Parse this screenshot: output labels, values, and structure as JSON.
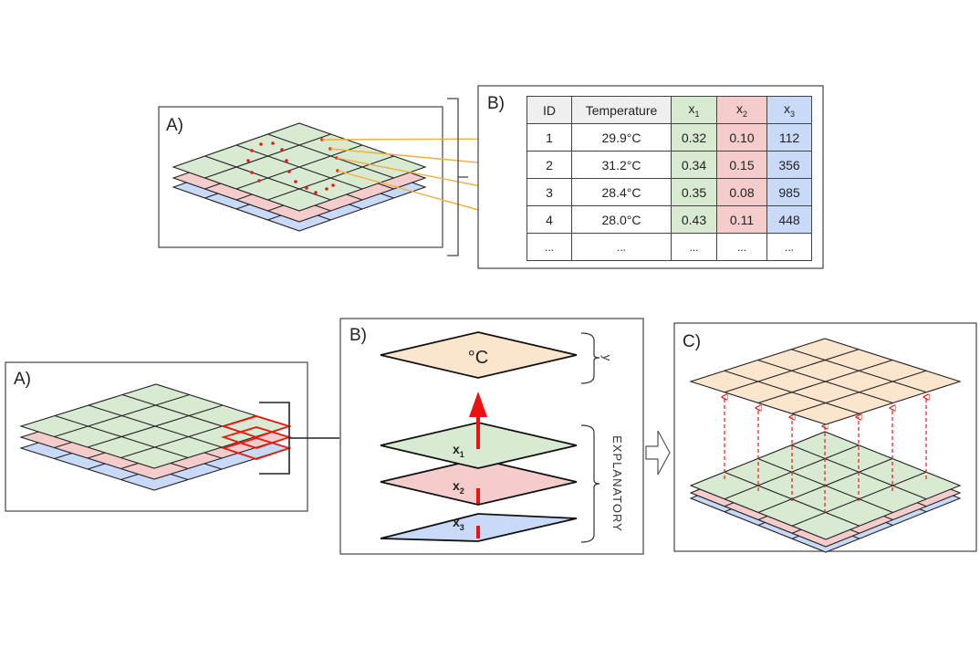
{
  "colors": {
    "x1_layer": "#d9ead3",
    "x2_layer": "#f4cccc",
    "x3_layer": "#c9daf8",
    "y_layer": "#fce5cd",
    "header_bg": "#efefef",
    "highlight_red": "#e8190f",
    "link_orange": "#f0b040"
  },
  "top": {
    "panel_a": {
      "label": "A)"
    },
    "panel_b": {
      "label": "B)",
      "table": {
        "headers": [
          {
            "text": "ID"
          },
          {
            "text": "Temperature"
          },
          {
            "base": "x",
            "sub": "1"
          },
          {
            "base": "x",
            "sub": "2"
          },
          {
            "base": "x",
            "sub": "3"
          }
        ],
        "rows": [
          [
            "1",
            "29.9°C",
            "0.32",
            "0.10",
            "112"
          ],
          [
            "2",
            "31.2°C",
            "0.34",
            "0.15",
            "356"
          ],
          [
            "3",
            "28.4°C",
            "0.35",
            "0.08",
            "985"
          ],
          [
            "4",
            "28.0°C",
            "0.43",
            "0.11",
            "448"
          ],
          [
            "...",
            "...",
            "...",
            "...",
            "..."
          ]
        ]
      }
    }
  },
  "bottom": {
    "panel_a": {
      "label": "A)"
    },
    "panel_b": {
      "label": "B)",
      "y_layer_text": "°C",
      "y_bracket_label": "y",
      "layers": [
        {
          "base": "x",
          "sub": "1"
        },
        {
          "base": "x",
          "sub": "2"
        },
        {
          "base": "x",
          "sub": "3"
        }
      ],
      "explanatory_label": "EXPLANATORY"
    },
    "panel_c": {
      "label": "C)"
    }
  }
}
